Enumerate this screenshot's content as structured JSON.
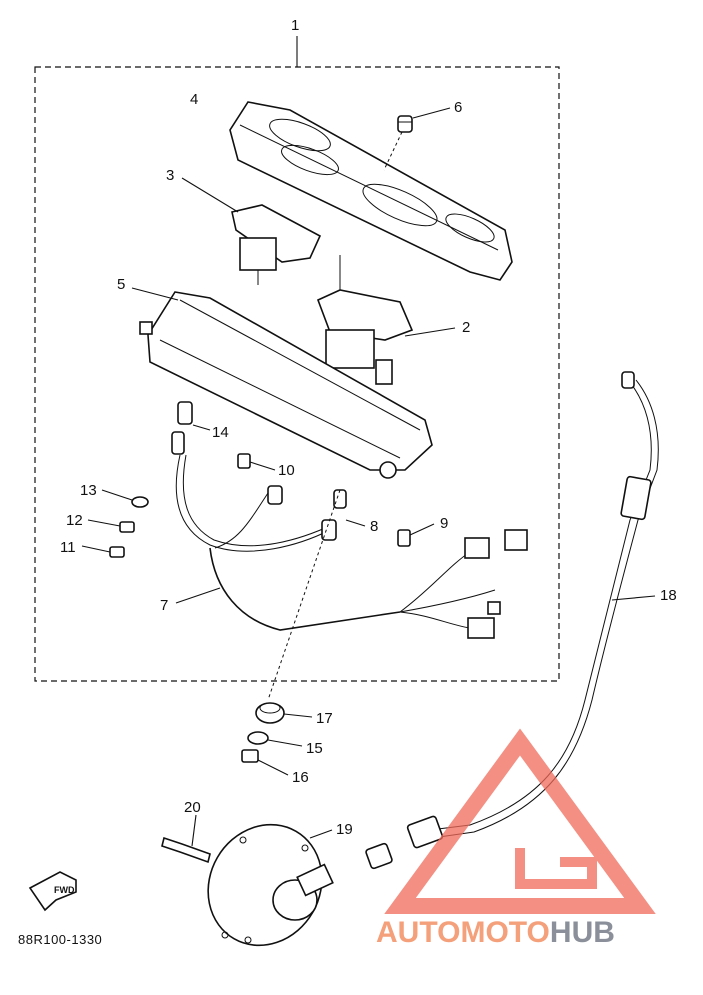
{
  "callouts": [
    "1",
    "2",
    "3",
    "4",
    "5",
    "6",
    "7",
    "8",
    "9",
    "10",
    "11",
    "12",
    "13",
    "14",
    "15",
    "16",
    "17",
    "18",
    "19",
    "20"
  ],
  "drawing_code": "88R100-1330",
  "fwd_label": "FWD",
  "watermark": {
    "part1": "AUTOMOTO",
    "part2": "HUB",
    "accent": "#f06a5a",
    "grey": "#8a8f99"
  }
}
